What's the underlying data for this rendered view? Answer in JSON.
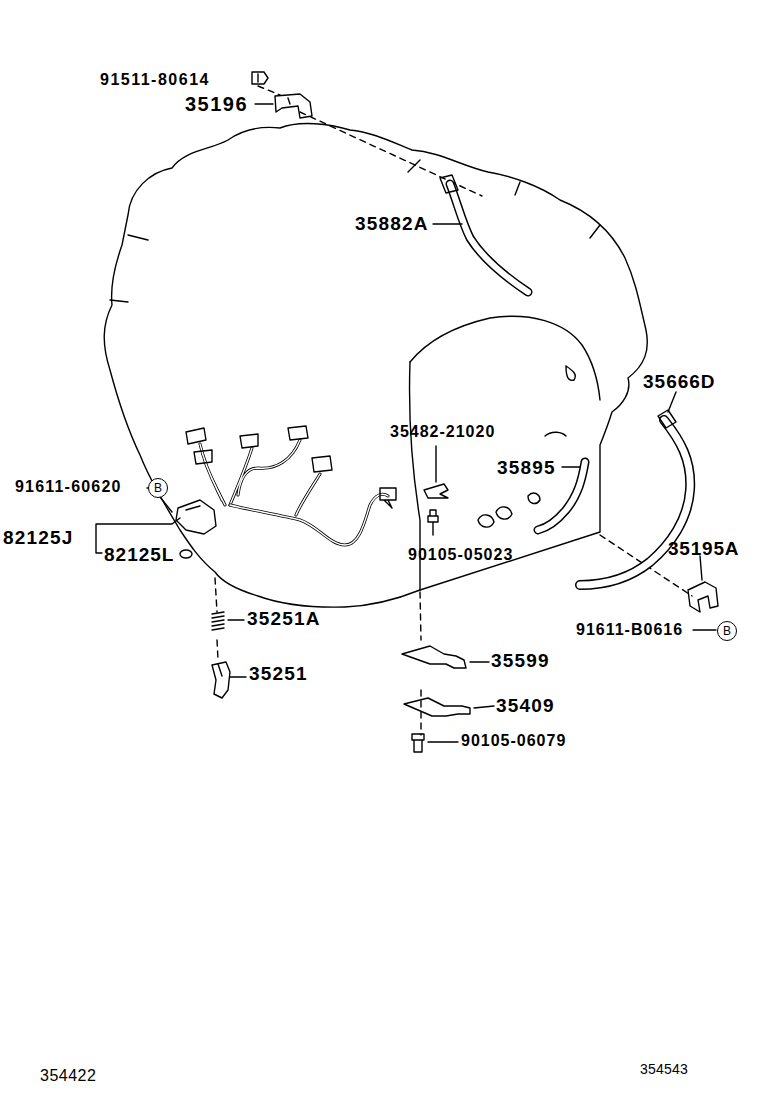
{
  "diagram": {
    "nodes": [
      {
        "text": [
          "B"
        ]
      },
      {
        "text": [
          "B"
        ]
      }
    ],
    "labels": [
      "91511-80614",
      "35196",
      "35882A",
      "35666D",
      "35482-21020",
      "35895",
      "91611-60620",
      "82125J",
      "82125L",
      "90105-05023",
      "35195A",
      "91611-B0616",
      "35251A",
      "35251",
      "35599",
      "35409",
      "90105-06079",
      "354422",
      "354543"
    ]
  }
}
